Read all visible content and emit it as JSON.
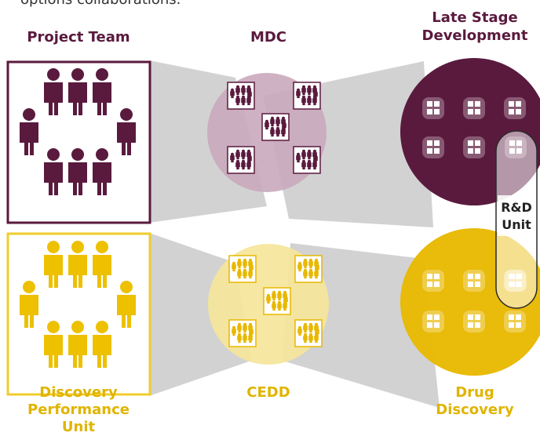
{
  "intro_text": "options collaborations.",
  "labels": {
    "project_team": "Project Team",
    "mdc": "MDC",
    "late_stage_line1": "Late Stage",
    "late_stage_line2": "Development",
    "rd_unit_line1": "R&D",
    "rd_unit_line2": "Unit",
    "dpu_line1": "Discovery",
    "dpu_line2": "Performance",
    "dpu_line3": "Unit",
    "cedd": "CEDD",
    "drug_discovery_line1": "Drug",
    "drug_discovery_line2": "Discovery"
  },
  "colors": {
    "purple": "#5a1a3e",
    "mauve": "#c9a9bb",
    "gold": "#e8b800",
    "pale_gold": "#f5e59a",
    "connector_gray": "#d2d2d2"
  }
}
